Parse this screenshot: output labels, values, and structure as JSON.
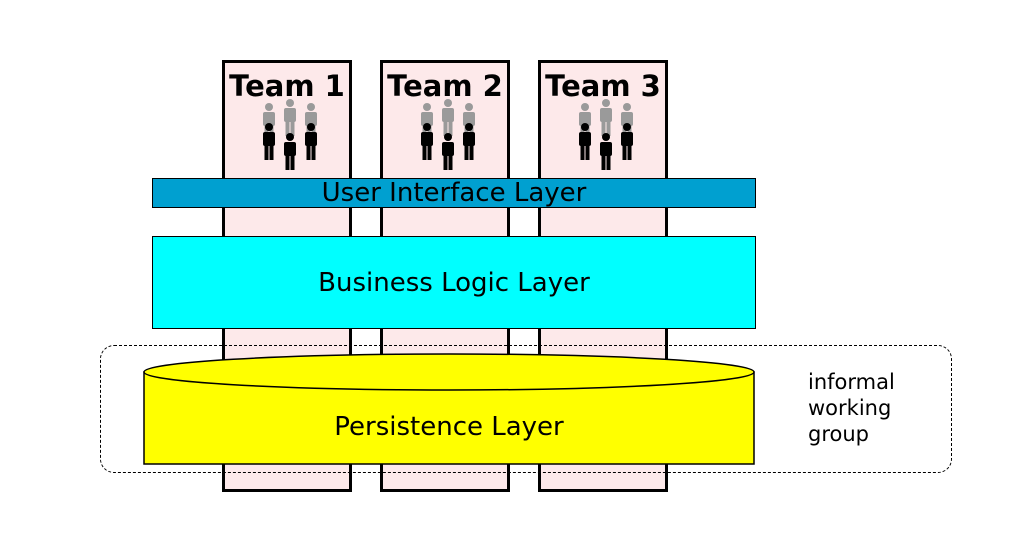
{
  "teams": [
    {
      "label": "Team 1"
    },
    {
      "label": "Team 2"
    },
    {
      "label": "Team 3"
    }
  ],
  "layers": {
    "ui": "User Interface Layer",
    "business": "Business Logic Layer",
    "persistence": "Persistence Layer"
  },
  "group_label": {
    "line1": "informal",
    "line2": "working",
    "line3": "group"
  },
  "colors": {
    "team_fill": "#fde9ea",
    "ui_layer": "#00a0d0",
    "business_layer": "#00ffff",
    "persistence_layer": "#ffff00",
    "people_back": "#9a9a9a",
    "people_front": "#000000"
  },
  "icons": {
    "people": "people-group-icon"
  }
}
